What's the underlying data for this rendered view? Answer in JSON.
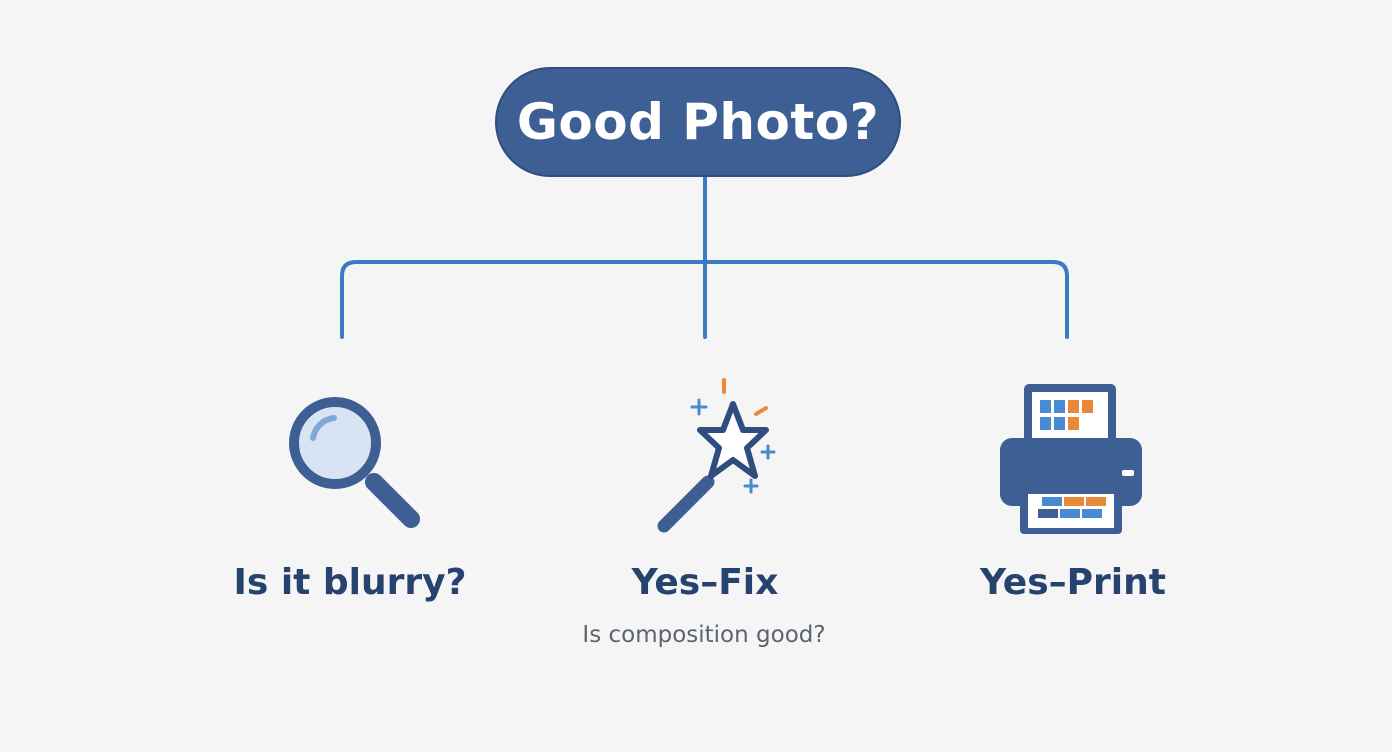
{
  "root": {
    "label": "Good Photo?"
  },
  "branches": [
    {
      "label": "Is it blurry?",
      "icon": "magnifying-glass-icon"
    },
    {
      "label": "Yes–Fix",
      "sublabel": "Is composition good?",
      "icon": "magic-wand-icon"
    },
    {
      "label": "Yes–Print",
      "icon": "printer-icon"
    }
  ],
  "colors": {
    "primary": "#3d5f94",
    "connector": "#3a7cc4",
    "label_text": "#26426e",
    "sub_text": "#5b6470",
    "accent_orange": "#e8893a",
    "accent_blue": "#4a8ad0",
    "background": "#f5f5f6"
  }
}
